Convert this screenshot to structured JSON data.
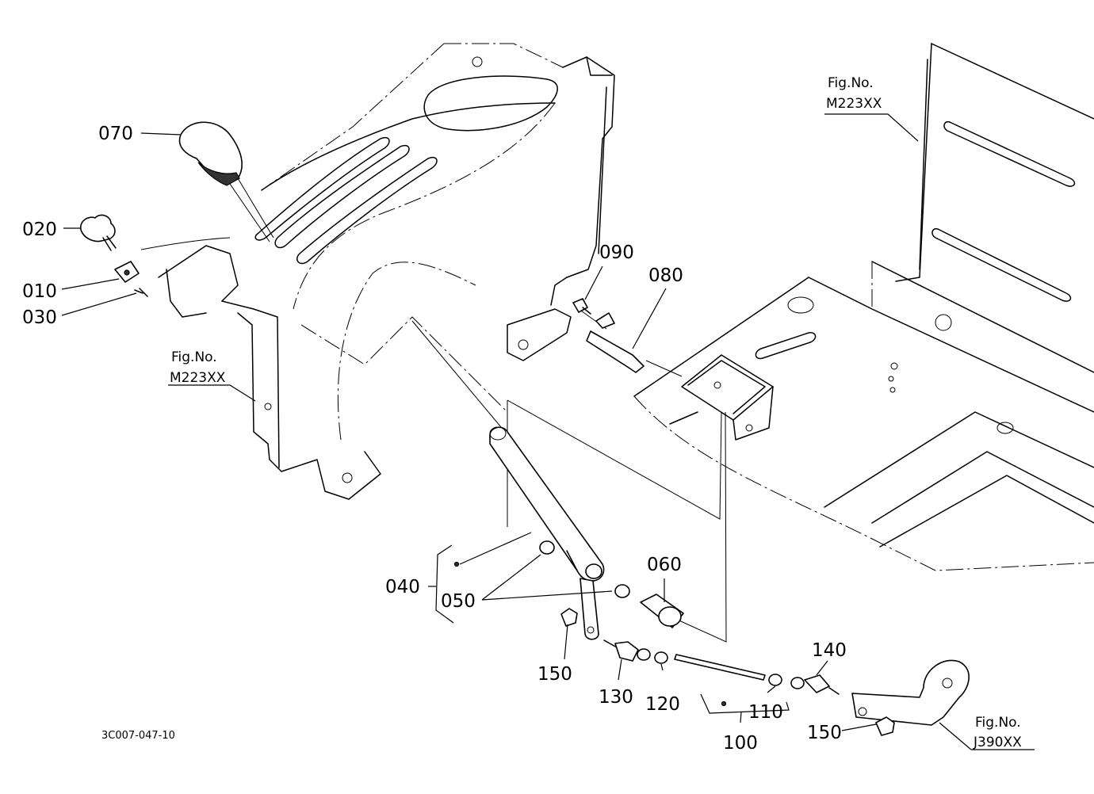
{
  "parts": [
    {
      "id": "070"
    },
    {
      "id": "020"
    },
    {
      "id": "010"
    },
    {
      "id": "030"
    },
    {
      "id": "090"
    },
    {
      "id": "080"
    },
    {
      "id": "060"
    },
    {
      "id": "040"
    },
    {
      "id": "050"
    },
    {
      "id": "150"
    },
    {
      "id": "130"
    },
    {
      "id": "120"
    },
    {
      "id": "110"
    },
    {
      "id": "100"
    },
    {
      "id": "140"
    },
    {
      "id": "150"
    }
  ],
  "figure_refs": [
    {
      "line1": "Fig.No.",
      "line2": "M223XX"
    },
    {
      "line1": "Fig.No.",
      "line2": "M223XX"
    },
    {
      "line1": "Fig.No.",
      "line2": "J390XX"
    }
  ],
  "drawing_code": "3C007-047-10"
}
